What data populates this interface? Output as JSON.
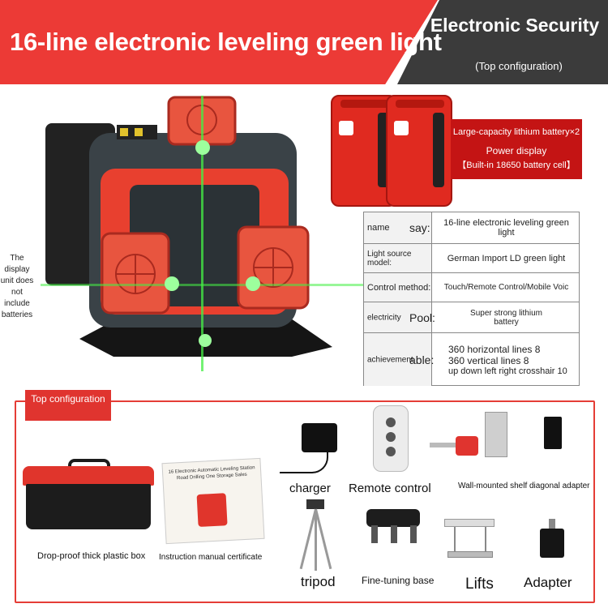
{
  "header": {
    "title": "16-line electronic leveling green light",
    "security_title": "Electronic Security",
    "security_subtitle": "(Top configuration)"
  },
  "battery_label": {
    "line1": "Large-capacity lithium battery×2",
    "line2": "Power display",
    "line3": "【Built-in 18650 battery cell】"
  },
  "specs": [
    {
      "key": "name",
      "key_suffix": "say:",
      "value": "16-line electronic leveling green light"
    },
    {
      "key": "Light source model:",
      "key_suffix": "",
      "value": "German Import LD green light"
    },
    {
      "key": "Control method:",
      "key_suffix": "",
      "value": "Touch/Remote Control/Mobile Voic"
    },
    {
      "key": "electricity",
      "key_suffix": "Pool:",
      "value": "Super strong lithium battery"
    },
    {
      "key": "achievement",
      "key_suffix": "able:",
      "value_lines": [
        "360 horizontal lines 8",
        "360 vertical lines 8",
        "up down left right crosshair 10"
      ]
    }
  ],
  "side_note": "The display unit does not include batteries",
  "config": {
    "tag": "Top configuration",
    "items": {
      "toolbox": "Drop-proof thick plastic box",
      "manual": "Instruction manual certificate",
      "charger": "charger",
      "remote": "Remote control",
      "wall_mount": "Wall-mounted shelf diagonal adapter",
      "tripod": "tripod",
      "fine_base": "Fine-tuning base",
      "lifts": "Lifts",
      "adapter": "Adapter"
    }
  },
  "colors": {
    "brand_red": "#ec3a36",
    "dark_panel": "#3b3b3b",
    "laser_green": "#37ff37"
  }
}
